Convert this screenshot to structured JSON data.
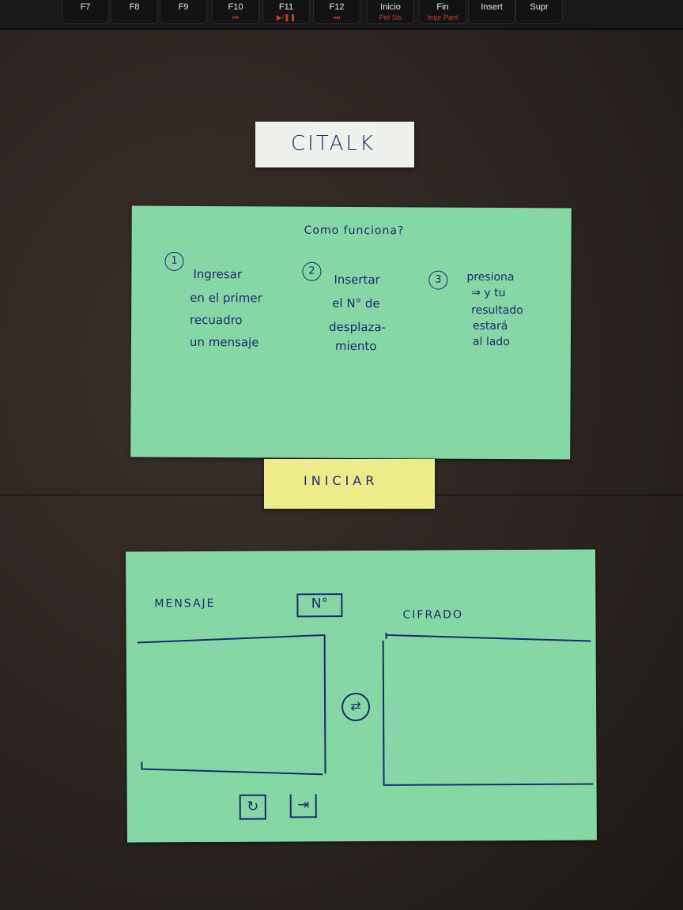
{
  "keyboard": {
    "keys": [
      {
        "label": "F7",
        "sub": ""
      },
      {
        "label": "F8",
        "sub": ""
      },
      {
        "label": "F9",
        "sub": ""
      },
      {
        "label": "F10",
        "sub": "⏮"
      },
      {
        "label": "F11",
        "sub": "▶/❚❚"
      },
      {
        "label": "F12",
        "sub": "⏭"
      },
      {
        "label": "Inicio",
        "sub": "Pet Sis"
      },
      {
        "label": "Fin",
        "sub": "Impr Pant"
      },
      {
        "label": "Insert",
        "sub": ""
      },
      {
        "label": "Supr",
        "sub": ""
      }
    ]
  },
  "app": {
    "title": "CITALK"
  },
  "instructions": {
    "heading": "Como funciona?",
    "steps": [
      {
        "number": "1",
        "lines": [
          "Ingresar",
          "en el primer",
          "recuadro",
          "un mensaje"
        ]
      },
      {
        "number": "2",
        "lines": [
          "Insertar",
          "el N° de",
          "desplaza-",
          "miento"
        ]
      },
      {
        "number": "3",
        "lines": [
          "presiona",
          "⇒ y tu",
          "resultado",
          "estará",
          "al lado"
        ]
      }
    ]
  },
  "start_button": {
    "label": "INICIAR"
  },
  "cipher": {
    "message_label": "MENSAJE",
    "shift_label": "N°",
    "result_label": "CIFRADO",
    "swap_icon": "swap-arrows-icon",
    "reset_icon": "reset-icon",
    "next_icon": "arrow-right-icon"
  }
}
